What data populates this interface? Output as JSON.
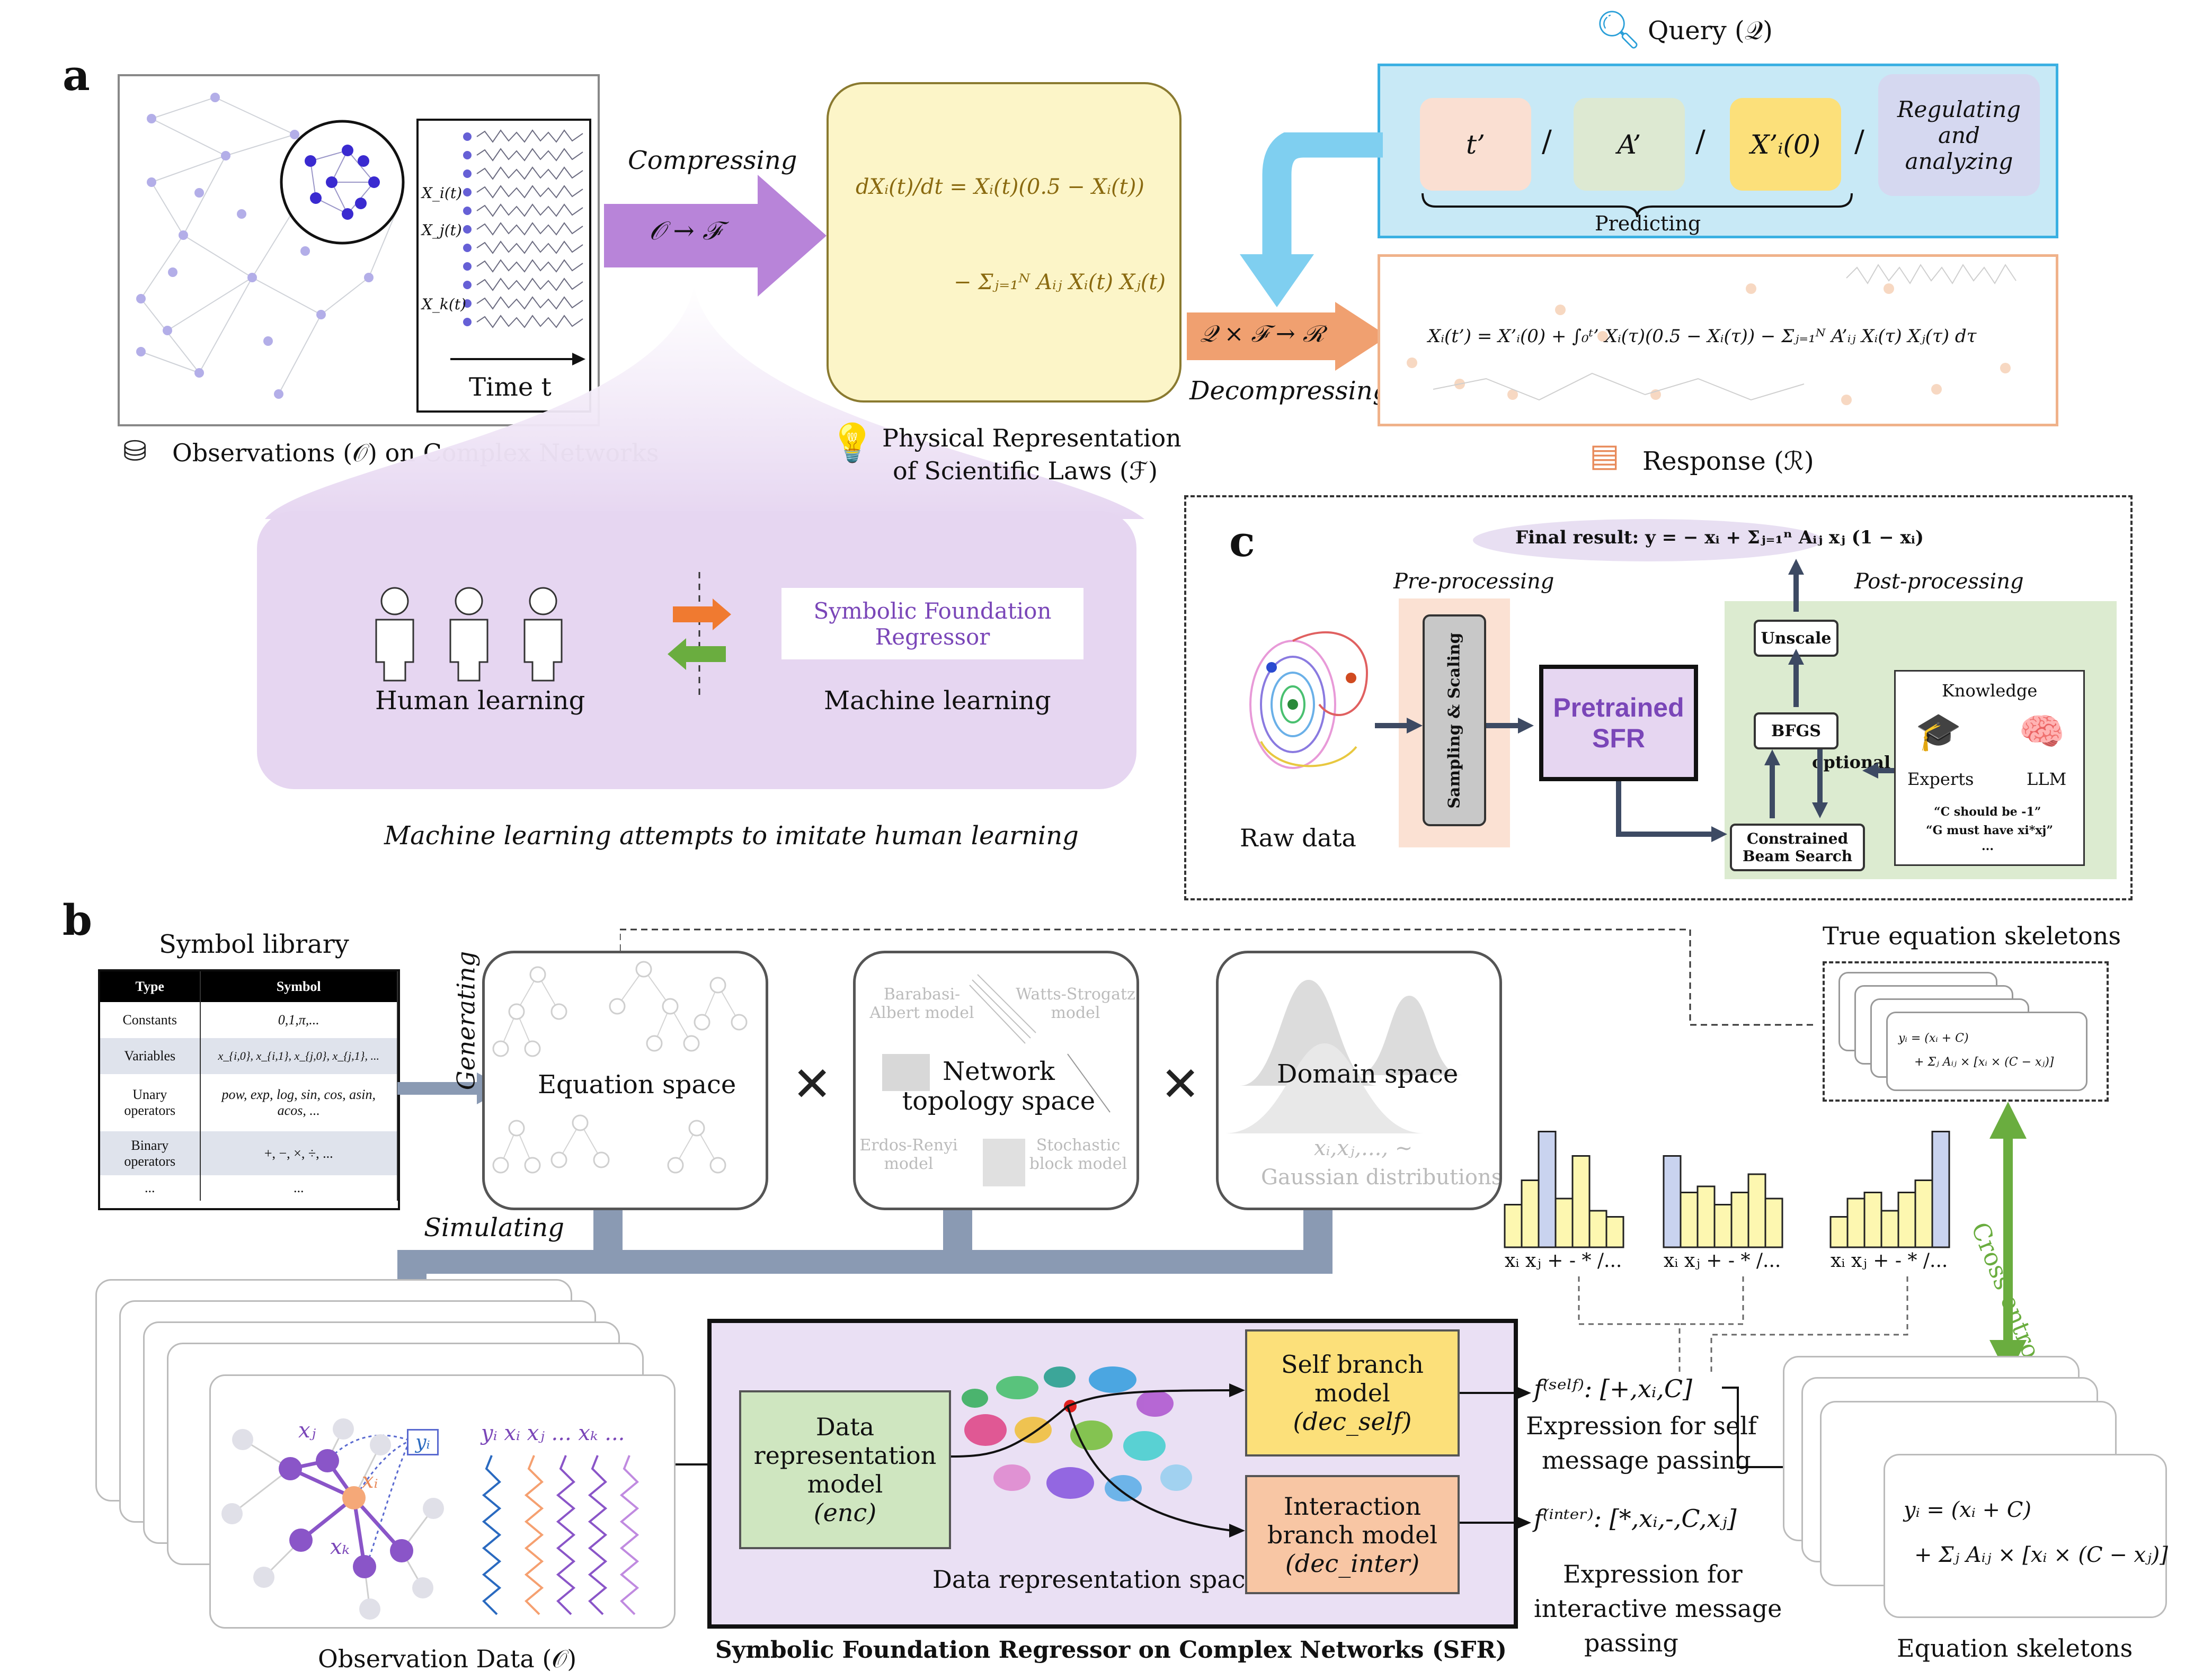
{
  "labels": {
    "a": "a",
    "b": "b",
    "c": "c"
  },
  "panel_a": {
    "observations_label": "Observations (𝒪) on Complex Networks",
    "series_labels": [
      "X_i(t)",
      "X_j(t)",
      "X_k(t)"
    ],
    "time_label": "Time t",
    "compress_label": "Compressing",
    "compress_formula": "𝒪 → ℱ",
    "law_eq_line1": "dXᵢ(t)/dt = Xᵢ(t)(0.5 − Xᵢ(t))",
    "law_eq_line2": "− Σⱼ₌₁ᴺ Aᵢⱼ Xᵢ(t) Xⱼ(t)",
    "law_label_line1": "Physical Representation",
    "law_label_line2": "of Scientific Laws (ℱ)",
    "query_label": "Query (𝒬)",
    "query_items": [
      "t’",
      "A’",
      "X’ᵢ(0)"
    ],
    "query_sep": "/",
    "regulating": "Regulating and analyzing",
    "predicting": "Predicting",
    "decompress_formula": "𝒬 × ℱ → ℛ",
    "decompress_label": "Decompressing",
    "response_eq": "Xᵢ(t’) = X’ᵢ(0) + ∫₀ᵗ’ Xᵢ(τ)(0.5 − Xᵢ(τ)) − Σⱼ₌₁ᴺ A’ᵢⱼ Xᵢ(τ) Xⱼ(τ) dτ",
    "response_label": "Response (ℛ)",
    "human_learning": "Human learning",
    "machine_learning": "Machine learning",
    "sfr_box": "Symbolic Foundation Regressor",
    "imitate_caption": "Machine learning attempts to imitate human learning"
  },
  "panel_c": {
    "final_result": "Final result: y = − xᵢ + Σⱼ₌₁ⁿ Aᵢⱼ xⱼ (1 − xᵢ)",
    "pre_processing": "Pre-processing",
    "post_processing": "Post-processing",
    "sampling_scaling": "Sampling & Scaling",
    "pretrained_sfr": "Pretrained SFR",
    "raw_data": "Raw data",
    "unscale": "Unscale",
    "bfgs": "BFGS",
    "optional": "optional",
    "constrained": "Constrained Beam Search",
    "knowledge": "Knowledge",
    "experts": "Experts",
    "llm": "LLM",
    "rule1": "“C should be -1”",
    "rule2": "“G must have xi*xj”",
    "rule3": "..."
  },
  "panel_b": {
    "symbol_library": "Symbol library",
    "table_headers": [
      "Type",
      "Symbol"
    ],
    "table_rows": [
      [
        "Constants",
        "0,1,π,..."
      ],
      [
        "Variables",
        "x_{i,0}, x_{i,1}, x_{j,0}, x_{j,1}, ..."
      ],
      [
        "Unary operators",
        "pow, exp, log, sin, cos, asin, acos, ..."
      ],
      [
        "Binary operators",
        "+, −, ×, ÷, ..."
      ],
      [
        "...",
        "..."
      ]
    ],
    "generating": "Generating",
    "simulating": "Simulating",
    "equation_space": "Equation space",
    "network_space": "Network topology space",
    "domain_space": "Domain space",
    "net_models": [
      "Barabasi-Albert model",
      "Watts-Strogatz model",
      "Erdos-Renyi model",
      "Stochastic block model"
    ],
    "gaussian_line1": "xᵢ,xⱼ,..., ~",
    "gaussian_line2": "Gaussian distributions",
    "true_skeletons": "True equation skeletons",
    "skeleton_line1": "yᵢ = (xᵢ + C)",
    "skeleton_line2": "+ Σⱼ Aᵢⱼ × [xᵢ × (C − xⱼ)]",
    "cross_entropy": "Cross entropy loss",
    "hist_axis": "xᵢ xⱼ + - * /...",
    "observation_label": "Observation Data (𝒪)",
    "node_labels": {
      "xj": "xⱼ",
      "xi": "xᵢ",
      "xk": "xₖ",
      "yi": "yᵢ"
    },
    "series_header": "yᵢ   xᵢ xⱼ ... xₖ ...",
    "data_model": [
      "Data",
      "representation",
      "model",
      "(enc)"
    ],
    "data_space": "Data representation space",
    "self_model": [
      "Self branch",
      "model",
      "(dec_self)"
    ],
    "inter_model": [
      "Interaction",
      "branch model",
      "(dec_inter)"
    ],
    "f_self": "f⁽ˢᵉˡᶠ⁾: [+,xᵢ,C]",
    "f_inter": "f⁽ⁱⁿᵗᵉʳ⁾: [*,xᵢ,-,C,xⱼ]",
    "self_caption": [
      "Expression for self",
      "message passing"
    ],
    "inter_caption": [
      "Expression for",
      "interactive message",
      "passing"
    ],
    "sfr_title": "Symbolic Foundation Regressor on Complex Networks (SFR)",
    "eq_skeletons": "Equation skeletons",
    "histograms": [
      {
        "values": [
          0.35,
          0.55,
          0.95,
          0.4,
          0.75,
          0.3,
          0.25
        ],
        "highlight": 2
      },
      {
        "values": [
          0.75,
          0.45,
          0.5,
          0.35,
          0.45,
          0.6,
          0.4
        ],
        "highlight": 0
      },
      {
        "values": [
          0.25,
          0.4,
          0.45,
          0.3,
          0.45,
          0.55,
          0.95
        ],
        "highlight": 6
      }
    ]
  },
  "colors": {
    "purple_arrow": "#b884d9",
    "purple_light": "#e6d6f1",
    "yellow_box": "#fcf5c8",
    "query_bg": "#c8e9f6",
    "query_border": "#3bb0e2",
    "response_border": "#f0b28a",
    "orange_arrow": "#f0a070",
    "green_panel": "#dcebd0",
    "steel": "#8a9ab3",
    "navy": "#3d4a63",
    "cross_green": "#6aad3f",
    "hist_yellow": "#fdf7b0",
    "hist_blue": "#c9d3ef"
  }
}
